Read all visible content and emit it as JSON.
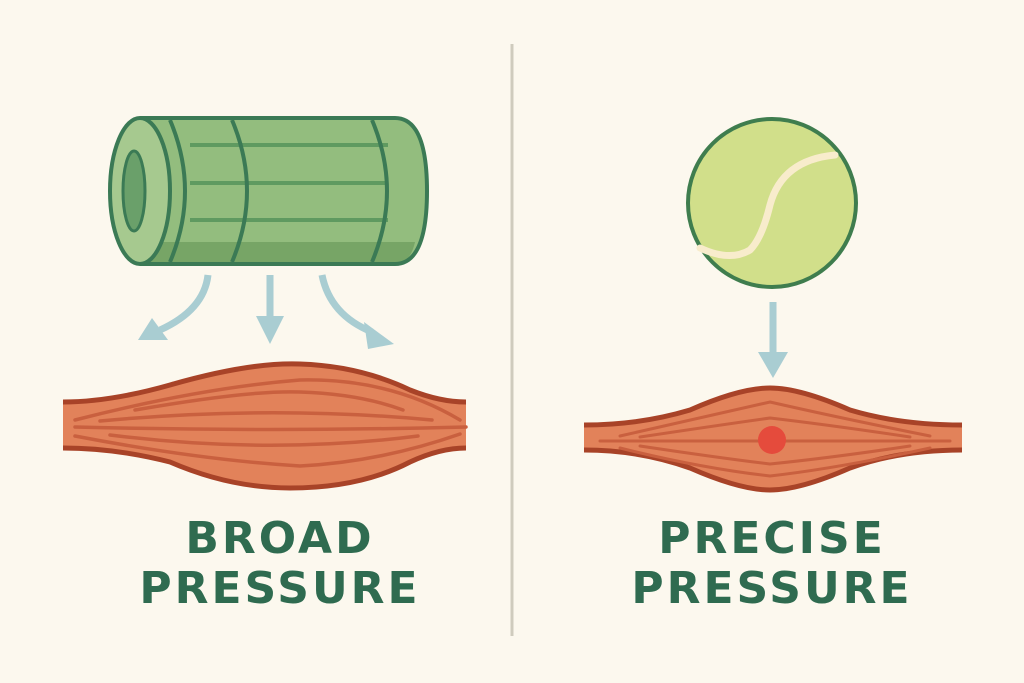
{
  "colors": {
    "background": "#fcf8ee",
    "divider": "#cfcbbd",
    "label_text": "#2f6b50",
    "roller_fill": "#93bd7e",
    "roller_shade": "#77a566",
    "roller_outline": "#3b7a55",
    "arrow": "#a9cdd2",
    "muscle_fill": "#e2825a",
    "muscle_outline": "#a84328",
    "muscle_fibers": "#c9603f",
    "ball_fill": "#d1df8a",
    "ball_outline": "#3f7d4e",
    "ball_seam": "#f8eccc",
    "trigger_point": "#e54b3c"
  },
  "left_panel": {
    "tool_icon": "foam-roller-icon",
    "arrows": [
      "arrow-down-left",
      "arrow-down",
      "arrow-down-right"
    ],
    "target": "muscle-icon",
    "label_line1": "BROAD",
    "label_line2": "PRESSURE"
  },
  "right_panel": {
    "tool_icon": "tennis-ball-icon",
    "arrows": [
      "arrow-down"
    ],
    "target": "muscle-icon-with-trigger-point",
    "label_line1": "PRECISE",
    "label_line2": "PRESSURE"
  }
}
